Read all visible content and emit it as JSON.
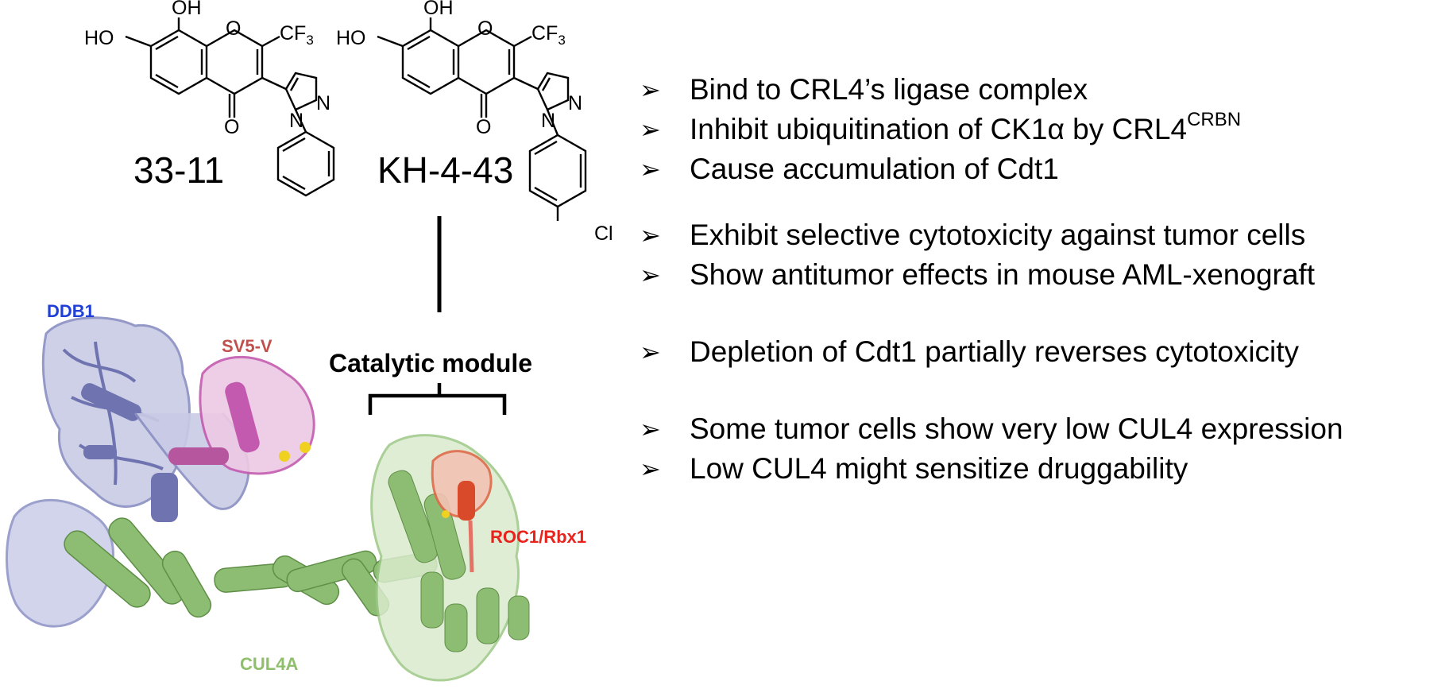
{
  "molecules": [
    {
      "id": "33-11",
      "name": "33-11",
      "atom_labels": {
        "oh_top": "OH",
        "ho_left": "HO",
        "ring_o": "O",
        "cf3_main": "CF",
        "cf3_sub": "3",
        "carbonyl_o": "O",
        "pyrazole_n1": "N",
        "pyrazole_n2": "N"
      }
    },
    {
      "id": "KH-4-43",
      "name": "KH-4-43",
      "atom_labels": {
        "oh_top": "OH",
        "ho_left": "HO",
        "ring_o": "O",
        "cf3_main": "CF",
        "cf3_sub": "3",
        "carbonyl_o": "O",
        "pyrazole_n1": "N",
        "pyrazole_n2": "N",
        "chloro": "Cl"
      }
    }
  ],
  "protein": {
    "labels": {
      "ddb1": "DDB1",
      "sv5v": "SV5-V",
      "roc1": "ROC1/Rbx1",
      "cul4a": "CUL4A",
      "catalytic_module": "Catalytic module"
    },
    "colors": {
      "ddb1": "#1f3fd6",
      "sv5v": "#c0504d",
      "roc1": "#e8231c",
      "cul4a": "#8fbf6a",
      "ddb1_ribbon": "#8a8fc2",
      "sv5v_ribbon": "#c45ab0",
      "cul4a_helix": "#8dbd72",
      "roc1_helix": "#d94a2a",
      "zinc": "#f0d020"
    }
  },
  "bullets": [
    {
      "text": "Bind to CRL4’s ligase complex"
    },
    {
      "text": "Inhibit ubiquitination of CK1α by CRL4",
      "superscript": "CRBN"
    },
    {
      "text": "Cause accumulation of Cdt1"
    },
    {
      "text": "Exhibit selective cytotoxicity against tumor cells"
    },
    {
      "text": "Show antitumor effects in mouse AML-xenograft"
    },
    {
      "text": "Depletion of Cdt1 partially reverses cytotoxicity"
    },
    {
      "text": "Some tumor cells show very low CUL4 expression"
    },
    {
      "text": "Low CUL4 might sensitize druggability"
    }
  ]
}
